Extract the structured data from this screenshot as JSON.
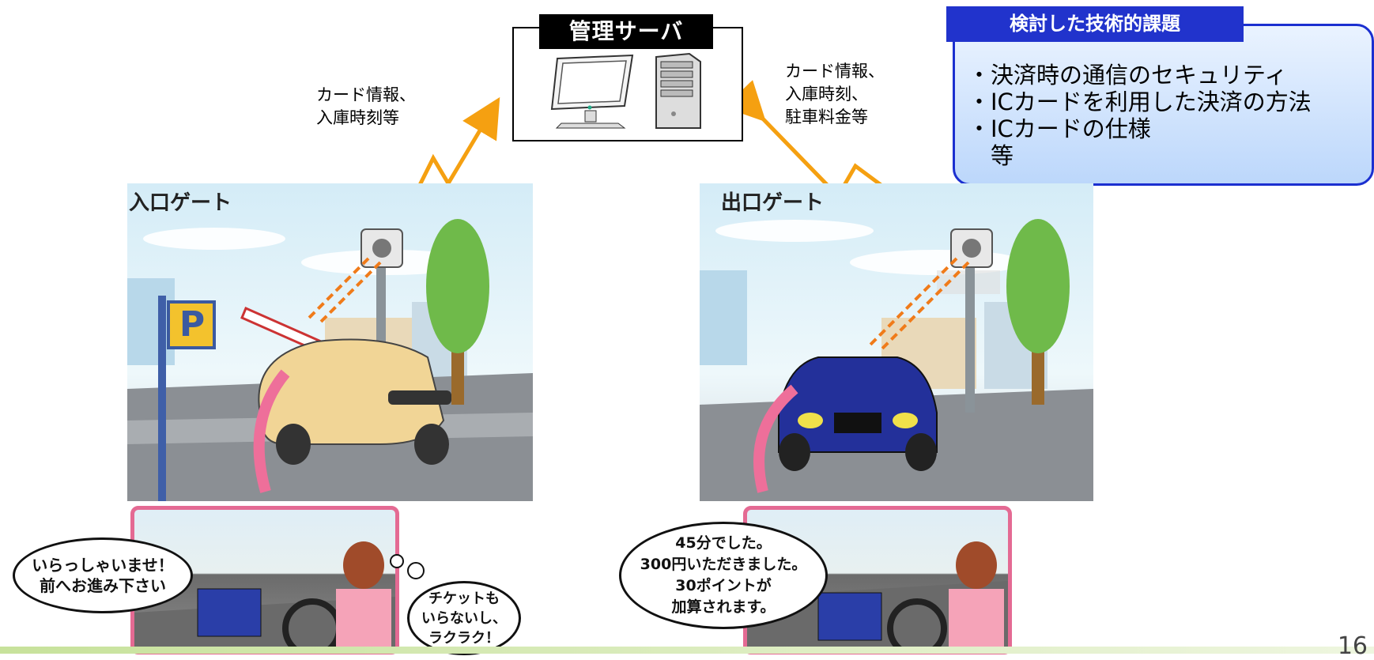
{
  "server": {
    "title": "管理サーバ"
  },
  "left_label": [
    "カード情報、",
    "入庫時刻等"
  ],
  "right_label": [
    "カード情報、",
    "入庫時刻、",
    "駐車料金等"
  ],
  "issues": {
    "title": "検討した技術的課題",
    "items": [
      "・決済時の通信のセキュリティ",
      "・ICカードを利用した決済の方法",
      "・ICカードの仕様",
      "　等"
    ]
  },
  "entry": {
    "gate_label": "入口ゲート",
    "parking_sign": "P",
    "speech": [
      "いらっしゃいませ！",
      "前へお進み下さい"
    ],
    "thought": [
      "チケットも",
      "いらないし、",
      "ラクラク！"
    ]
  },
  "exit": {
    "gate_label": "出口ゲート",
    "speech": [
      "45分でした。",
      "300円いただきました。",
      "30ポイントが",
      "加算されます。"
    ]
  },
  "page_number": "16",
  "colors": {
    "arrow": "#f5a011",
    "issue_border": "#1b2fd0",
    "issue_title_bg": "#2133cc",
    "dash_border": "#e46a93"
  }
}
